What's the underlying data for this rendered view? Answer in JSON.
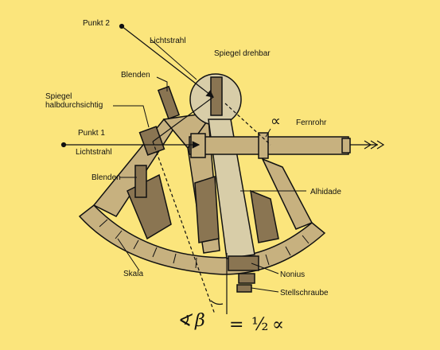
{
  "labels": {
    "punkt2": "Punkt 2",
    "lichtstrahl_top": "Lichtstrahl",
    "spiegel_drehbar": "Spiegel drehbar",
    "blenden_top": "Blenden",
    "spiegel_halb_1": "Spiegel",
    "spiegel_halb_2": "halbdurchsichtig",
    "alpha_symbol": "∝",
    "fernrohr": "Fernrohr",
    "punkt1": "Punkt 1",
    "lichtstrahl_left": "Lichtstrahl",
    "blenden_left": "Blenden",
    "alhidade": "Alhidade",
    "skala": "Skala",
    "nonius": "Nonius",
    "stellschraube": "Stellschraube"
  },
  "formula": {
    "angle_sign": "∢",
    "beta": "β",
    "equals": "=",
    "half": "½",
    "alpha": "∝"
  },
  "colors": {
    "background": "#fbe57c",
    "frame": "#c7b17f",
    "frame_dark": "#8a7552",
    "ink": "#111111"
  }
}
